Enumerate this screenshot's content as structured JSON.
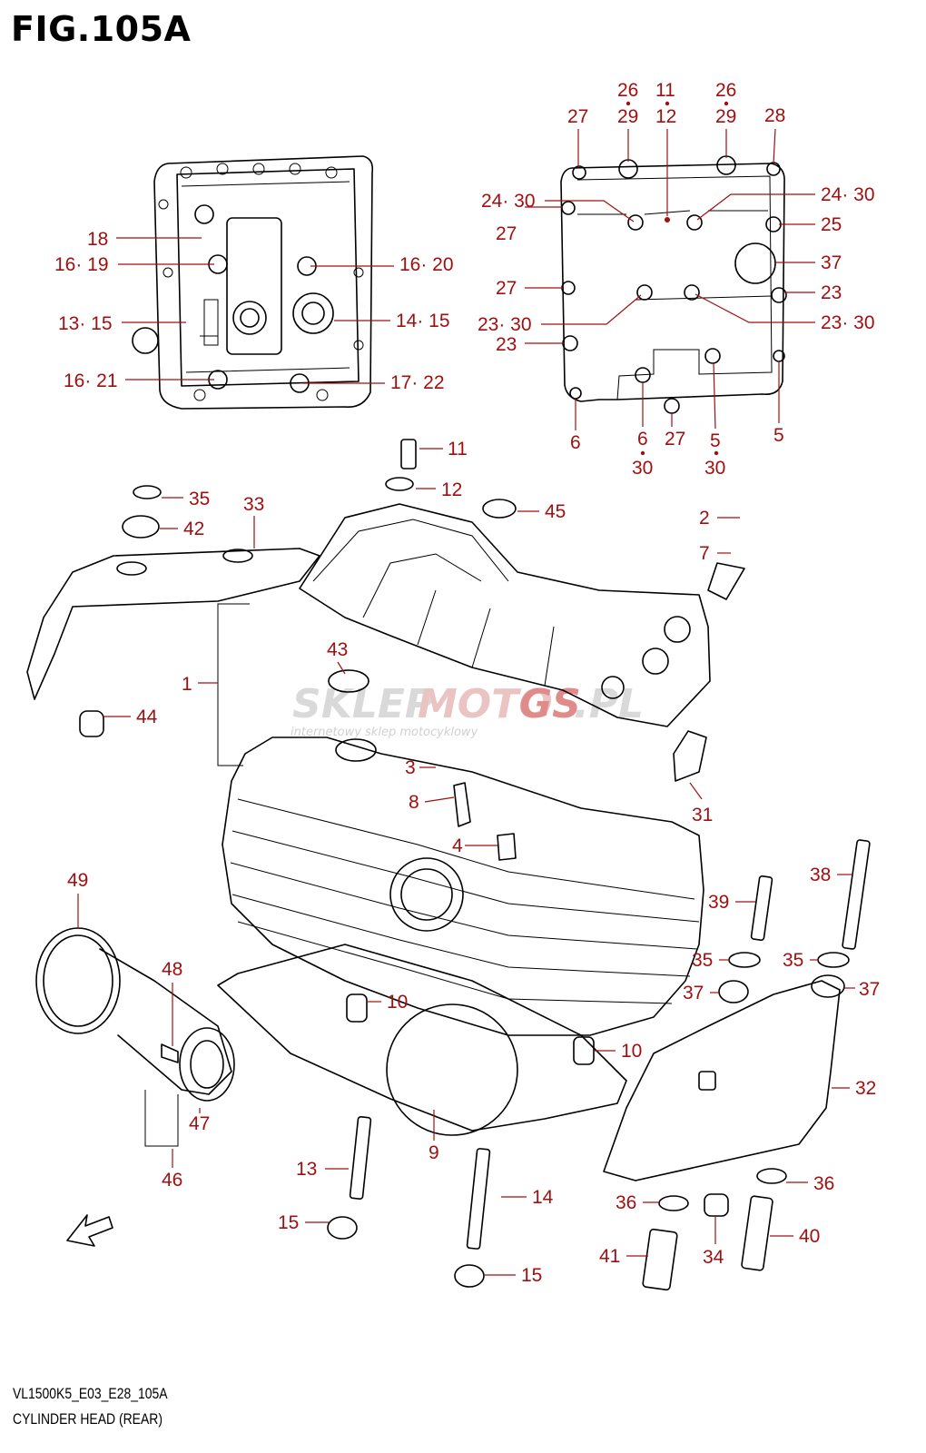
{
  "figure": {
    "title": "FIG.105A",
    "model_code": "VL1500K5_E03_E28_105A",
    "caption": "CYLINDER HEAD (REAR)"
  },
  "watermark": {
    "brand_a": "SKLEP",
    "brand_b": "MOTO",
    "brand_c": "GS",
    "brand_d": ".PL",
    "tagline": "internetowy sklep motocyklowy"
  },
  "colors": {
    "callout": "#a01010",
    "linework": "#000000"
  },
  "callouts": {
    "inset_left": [
      "18",
      "16· 19",
      "13· 15",
      "16· 21",
      "16· 20",
      "14· 15",
      "17· 22"
    ],
    "inset_right": [
      "26",
      "11",
      "26",
      "27",
      "29",
      "12",
      "29",
      "28",
      "24· 30",
      "24· 30",
      "27",
      "25",
      "37",
      "27",
      "23",
      "23· 30",
      "23· 30",
      "23",
      "6",
      "6",
      "30",
      "27",
      "5",
      "30",
      "5"
    ],
    "main": [
      "11",
      "12",
      "45",
      "35",
      "33",
      "42",
      "2",
      "7",
      "43",
      "1",
      "44",
      "3",
      "8",
      "31",
      "4",
      "49",
      "38",
      "39",
      "35",
      "35",
      "37",
      "37",
      "48",
      "10",
      "10",
      "32",
      "47",
      "9",
      "46",
      "13",
      "14",
      "36",
      "36",
      "15",
      "40",
      "41",
      "34",
      "15"
    ]
  }
}
